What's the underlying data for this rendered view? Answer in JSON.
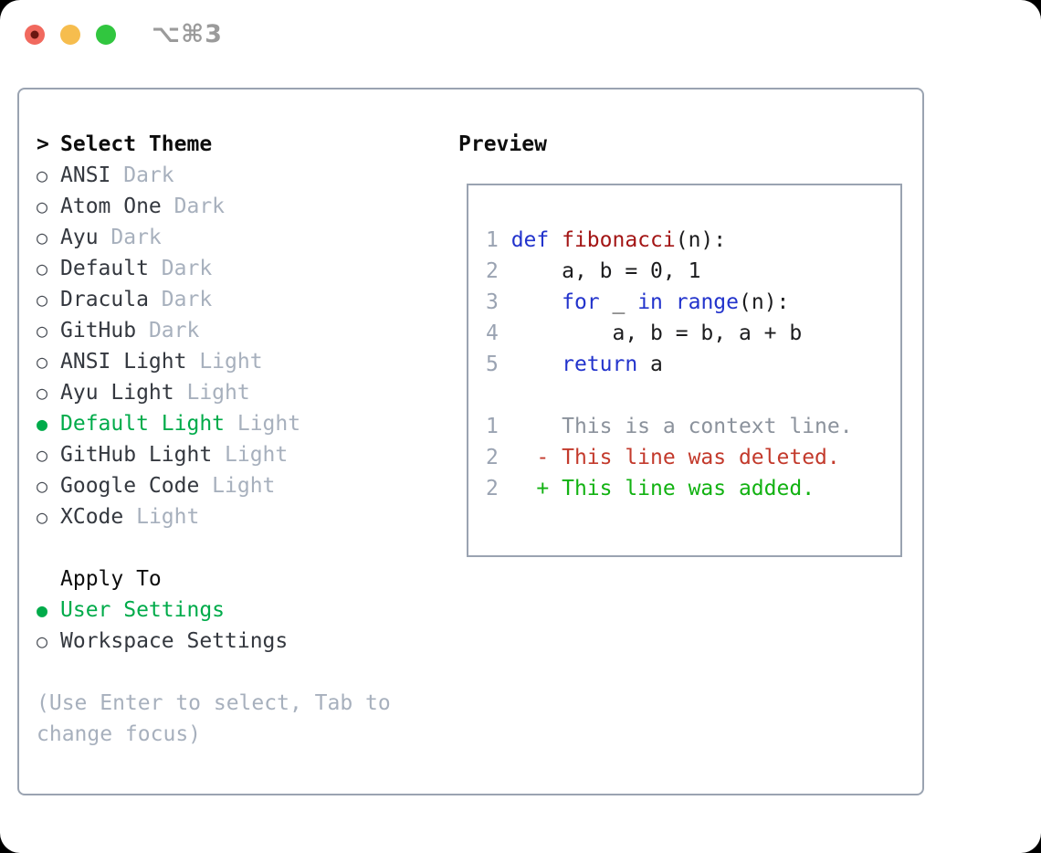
{
  "titlebar": {
    "shortcut": "⌥⌘3",
    "buttons": [
      {
        "name": "close-button",
        "color": "#f1695e",
        "dot": "#6b1710"
      },
      {
        "name": "minimize-button",
        "color": "#f6bd4e",
        "dot": null
      },
      {
        "name": "zoom-button",
        "color": "#31c63f",
        "dot": null
      }
    ]
  },
  "theme_picker": {
    "heading": "Select Theme",
    "cursor_marker": ">",
    "radio_empty": "○",
    "radio_filled": "●",
    "items": [
      {
        "label": "ANSI",
        "tag": "Dark",
        "selected": false
      },
      {
        "label": "Atom One",
        "tag": "Dark",
        "selected": false
      },
      {
        "label": "Ayu",
        "tag": "Dark",
        "selected": false
      },
      {
        "label": "Default",
        "tag": "Dark",
        "selected": false
      },
      {
        "label": "Dracula",
        "tag": "Dark",
        "selected": false
      },
      {
        "label": "GitHub",
        "tag": "Dark",
        "selected": false
      },
      {
        "label": "ANSI Light",
        "tag": "Light",
        "selected": false
      },
      {
        "label": "Ayu Light",
        "tag": "Light",
        "selected": false
      },
      {
        "label": "Default Light",
        "tag": "Light",
        "selected": true
      },
      {
        "label": "GitHub Light",
        "tag": "Light",
        "selected": false
      },
      {
        "label": "Google Code",
        "tag": "Light",
        "selected": false
      },
      {
        "label": "XCode",
        "tag": "Light",
        "selected": false
      }
    ],
    "apply_to": {
      "heading": "Apply To",
      "options": [
        {
          "label": "User Settings",
          "selected": true
        },
        {
          "label": "Workspace Settings",
          "selected": false
        }
      ]
    },
    "hint_lines": [
      "(Use Enter to select, Tab to",
      "change focus)"
    ]
  },
  "preview": {
    "heading": "Preview",
    "lines": [
      {
        "num": "1",
        "tokens": [
          {
            "text": "def ",
            "color": "keyword"
          },
          {
            "text": "fibonacci",
            "color": "function"
          },
          {
            "text": "(n):",
            "color": "plain"
          }
        ]
      },
      {
        "num": "2",
        "tokens": [
          {
            "text": "    a, b = 0, 1",
            "color": "plain"
          }
        ]
      },
      {
        "num": "3",
        "tokens": [
          {
            "text": "    ",
            "color": "plain"
          },
          {
            "text": "for",
            "color": "keyword"
          },
          {
            "text": " _ ",
            "color": "plain"
          },
          {
            "text": "in",
            "color": "keyword"
          },
          {
            "text": " ",
            "color": "plain"
          },
          {
            "text": "range",
            "color": "keyword"
          },
          {
            "text": "(n):",
            "color": "plain"
          }
        ]
      },
      {
        "num": "4",
        "tokens": [
          {
            "text": "        a, b = b, a + b",
            "color": "plain"
          }
        ]
      },
      {
        "num": "5",
        "tokens": [
          {
            "text": "    ",
            "color": "plain"
          },
          {
            "text": "return",
            "color": "keyword"
          },
          {
            "text": " a",
            "color": "plain"
          }
        ]
      },
      {
        "num": "",
        "tokens": []
      },
      {
        "num": "1",
        "tokens": [
          {
            "text": "    This is a context line.",
            "color": "context"
          }
        ]
      },
      {
        "num": "2",
        "tokens": [
          {
            "text": "  - This line was deleted.",
            "color": "deleted"
          }
        ]
      },
      {
        "num": "2",
        "tokens": [
          {
            "text": "  + This line was added.",
            "color": "added"
          }
        ]
      }
    ]
  },
  "colors": {
    "border": "#9aa3b1",
    "keyword": "#2233cc",
    "function": "#a31515",
    "plain": "#1c1c1e",
    "line_number": "#9aa3b2",
    "context": "#8b929c",
    "deleted": "#c33a2c",
    "added": "#12b212",
    "selected": "#00ab4a",
    "tag": "#a7b0bd",
    "item": "#34383f",
    "hint": "#a7b0bd",
    "ring": "#454a52"
  }
}
